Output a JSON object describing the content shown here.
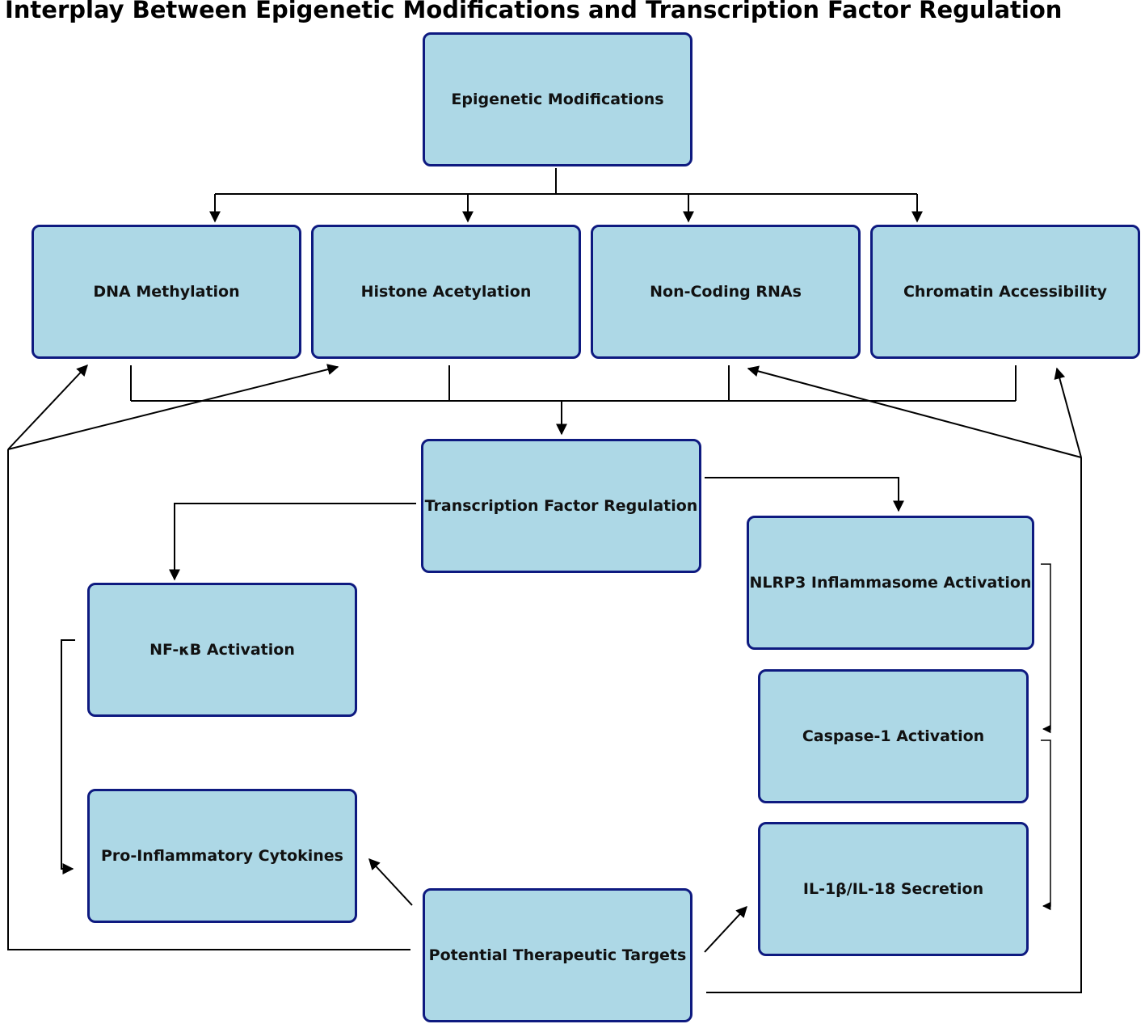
{
  "title": "Interplay Between Epigenetic Modifications and Transcription Factor Regulation",
  "nodes": {
    "epigenetic": "Epigenetic Modifications",
    "dna_methylation": "DNA Methylation",
    "histone_acetylation": "Histone Acetylation",
    "non_coding_rnas": "Non-Coding RNAs",
    "chromatin_accessibility": "Chromatin Accessibility",
    "tf_regulation": "Transcription Factor Regulation",
    "nlrp3": "NLRP3 Inflammasome Activation",
    "nfkb": "NF-κB Activation",
    "caspase1": "Caspase-1 Activation",
    "cytokines": "Pro-Inflammatory Cytokines",
    "il_secretion": "IL-1β/IL-18 Secretion",
    "therapeutic": "Potential Therapeutic Targets"
  },
  "colors": {
    "node_fill": "#add8e6",
    "node_border": "#0e1a80",
    "edge": "#000000"
  }
}
